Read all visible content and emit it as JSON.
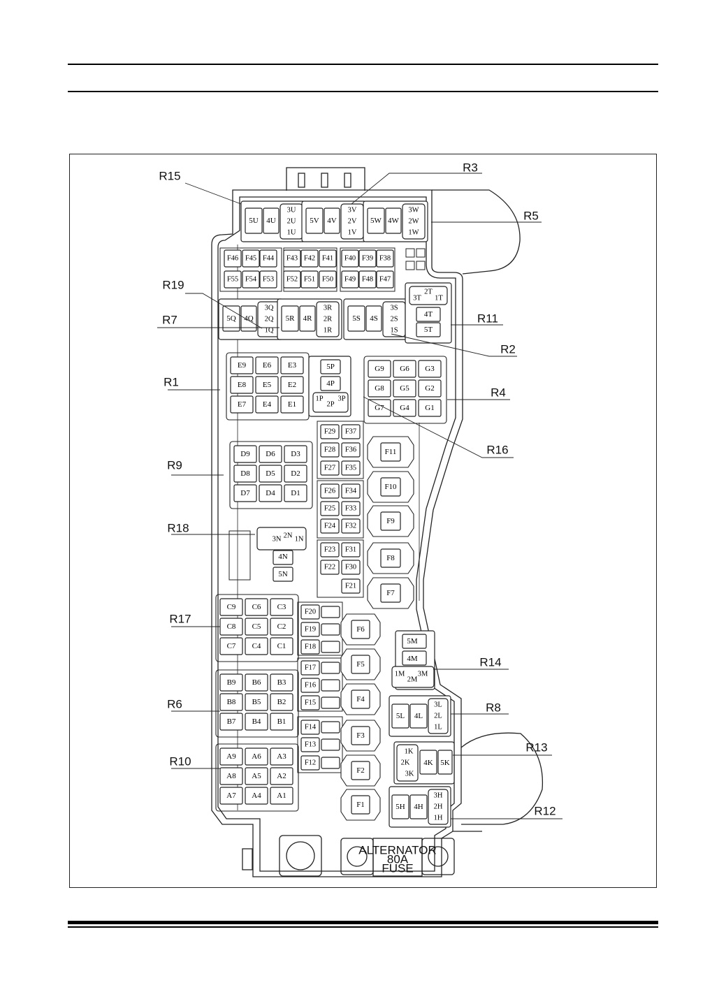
{
  "relays": {
    "R15": {
      "callout": "R15",
      "pins": [
        "5U",
        "4U",
        "3U",
        "2U",
        "1U"
      ]
    },
    "R3": {
      "callout": "R3",
      "pins": [
        "5V",
        "4V",
        "3V",
        "2V",
        "1V"
      ]
    },
    "R5": {
      "callout": "R5",
      "pins": [
        "5W",
        "4W",
        "3W",
        "2W",
        "1W"
      ]
    },
    "R19": {
      "callout": "R19",
      "pins": [
        "5Q",
        "4Q",
        "3Q",
        "2Q",
        "1Q"
      ]
    },
    "R7": {
      "callout": "R7",
      "pins": [
        "5R",
        "4R",
        "3R",
        "2R",
        "1R"
      ]
    },
    "R2": {
      "callout": "R2",
      "pins": [
        "5S",
        "4S",
        "3S",
        "2S",
        "1S"
      ]
    },
    "R11": {
      "callout": "R11",
      "pins": [
        "2T",
        "3T",
        "1T",
        "4T",
        "5T"
      ]
    },
    "R1": {
      "callout": "R1",
      "cells": [
        "E9",
        "E6",
        "E3",
        "E8",
        "E5",
        "E2",
        "E7",
        "E4",
        "E1"
      ]
    },
    "R16": {
      "callout": "R16",
      "pins": [
        "5P",
        "4P",
        "1P",
        "3P",
        "2P"
      ]
    },
    "R4": {
      "callout": "R4",
      "cells": [
        "G9",
        "G6",
        "G3",
        "G8",
        "G5",
        "G2",
        "G7",
        "G4",
        "G1"
      ]
    },
    "R9": {
      "callout": "R9",
      "cells": [
        "D9",
        "D6",
        "D3",
        "D8",
        "D5",
        "D2",
        "D7",
        "D4",
        "D1"
      ]
    },
    "R18": {
      "callout": "R18",
      "pins": [
        "3N",
        "2N",
        "1N",
        "4N",
        "5N"
      ]
    },
    "R17": {
      "callout": "R17",
      "cells": [
        "C9",
        "C6",
        "C3",
        "C8",
        "C5",
        "C2",
        "C7",
        "C4",
        "C1"
      ]
    },
    "R6": {
      "callout": "R6",
      "cells": [
        "B9",
        "B6",
        "B3",
        "B8",
        "B5",
        "B2",
        "B7",
        "B4",
        "B1"
      ]
    },
    "R10": {
      "callout": "R10",
      "cells": [
        "A9",
        "A6",
        "A3",
        "A8",
        "A5",
        "A2",
        "A7",
        "A4",
        "A1"
      ]
    },
    "R14": {
      "callout": "R14",
      "pins": [
        "5M",
        "4M",
        "1M",
        "3M",
        "2M"
      ]
    },
    "R8": {
      "callout": "R8",
      "pins": [
        "5L",
        "4L",
        "3L",
        "2L",
        "1L"
      ]
    },
    "R13": {
      "callout": "R13",
      "pins": [
        "1K",
        "2K",
        "3K",
        "4K",
        "5K"
      ]
    },
    "R12": {
      "callout": "R12",
      "pins": [
        "5H",
        "4H",
        "3H",
        "2H",
        "1H"
      ]
    }
  },
  "fuse_rows": {
    "upper_top": [
      "F46",
      "F45",
      "F44",
      "F43",
      "F42",
      "F41",
      "F40",
      "F39",
      "F38"
    ],
    "upper_bottom": [
      "F55",
      "F54",
      "F53",
      "F52",
      "F51",
      "F50",
      "F49",
      "F48",
      "F47"
    ],
    "mid_left": [
      "F29",
      "F28",
      "F27",
      "F26",
      "F25",
      "F24",
      "F23",
      "F22"
    ],
    "mid_right": [
      "F37",
      "F36",
      "F35",
      "F34",
      "F33",
      "F32",
      "F31",
      "F30",
      "F21"
    ],
    "low_left": [
      "F20",
      "F19",
      "F18",
      "F17",
      "F16",
      "F15",
      "F14",
      "F13",
      "F12"
    ],
    "maxi_right": [
      "F11",
      "F10",
      "F9",
      "F8",
      "F7"
    ],
    "maxi_left": [
      "F6",
      "F5",
      "F4",
      "F3",
      "F2",
      "F1"
    ]
  },
  "alternator_fuse": [
    "ALTERNATOR",
    "80A",
    "FUSE"
  ]
}
